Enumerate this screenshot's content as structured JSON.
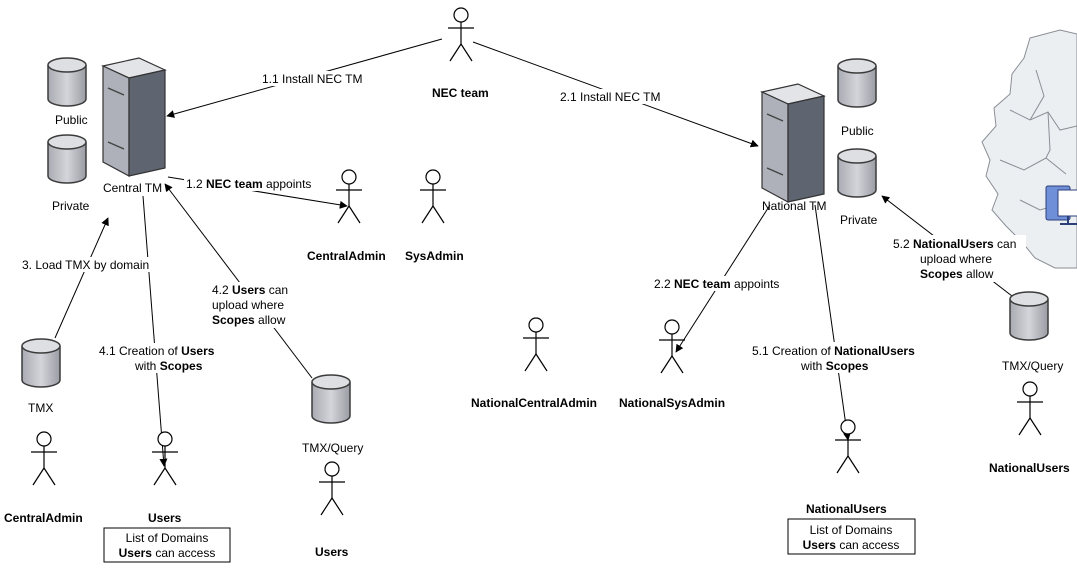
{
  "colors": {
    "line": "#000000",
    "cylinder_fill": "#c8c9cf",
    "cylinder_stroke": "#3b3b3b",
    "server_front": "#5e6470",
    "server_side": "#9fa3ad",
    "map_fill": "#eceff2",
    "monitor_blue": "#5b7ecf"
  },
  "actors": {
    "nec_team": "NEC team",
    "central_admin_top": "CentralAdmin",
    "sys_admin": "SysAdmin",
    "central_admin_bottom": "CentralAdmin",
    "users_mid": "Users",
    "users_bottom": "Users",
    "national_central_admin": "NationalCentralAdmin",
    "national_sys_admin": "NationalSysAdmin",
    "national_users_mid": "NationalUsers",
    "national_users_right": "NationalUsers"
  },
  "servers": {
    "central": "Central TM",
    "national": "National TM"
  },
  "databases": {
    "central_public": "Public",
    "central_private": "Private",
    "tmx": "TMX",
    "tmx_query_left": "TMX/Query",
    "national_public": "Public",
    "national_private": "Private",
    "tmx_query_right": "TMX/Query"
  },
  "edge_labels": {
    "install_central": "1.1 Install NEC TM",
    "install_national": "2.1 Install NEC TM",
    "appoints_central": {
      "prefix": "1.2 ",
      "bold": "NEC team",
      "suffix": " appoints"
    },
    "appoints_national": {
      "prefix": "2.2 ",
      "bold": "NEC team",
      "suffix": " appoints"
    },
    "load_tmx": "3. Load TMX by domain",
    "create_users": {
      "l1_prefix": "4.1 Creation of ",
      "l1_bold": "Users",
      "l2_prefix": "with ",
      "l2_bold": "Scopes"
    },
    "users_upload": {
      "l1_prefix": "4.2 ",
      "l1_bold": "Users",
      "l1_suffix": " can",
      "l2": "upload where",
      "l3_bold": "Scopes",
      "l3_suffix": " allow"
    },
    "create_national_users": {
      "l1_prefix": "5.1 Creation of ",
      "l1_bold": "NationalUsers",
      "l2_prefix": "with ",
      "l2_bold": "Scopes"
    },
    "national_users_upload": {
      "l1_prefix": "5.2 ",
      "l1_bold": "NationalUsers",
      "l1_suffix": " can",
      "l2": "upload where",
      "l3_bold": "Scopes",
      "l3_suffix": " allow"
    }
  },
  "notes": {
    "left": {
      "line1": "List of Domains",
      "line2_bold": "Users",
      "line2_suffix": " can access"
    },
    "right": {
      "line1": "List of Domains",
      "line2_bold": "Users",
      "line2_suffix": " can access"
    }
  }
}
